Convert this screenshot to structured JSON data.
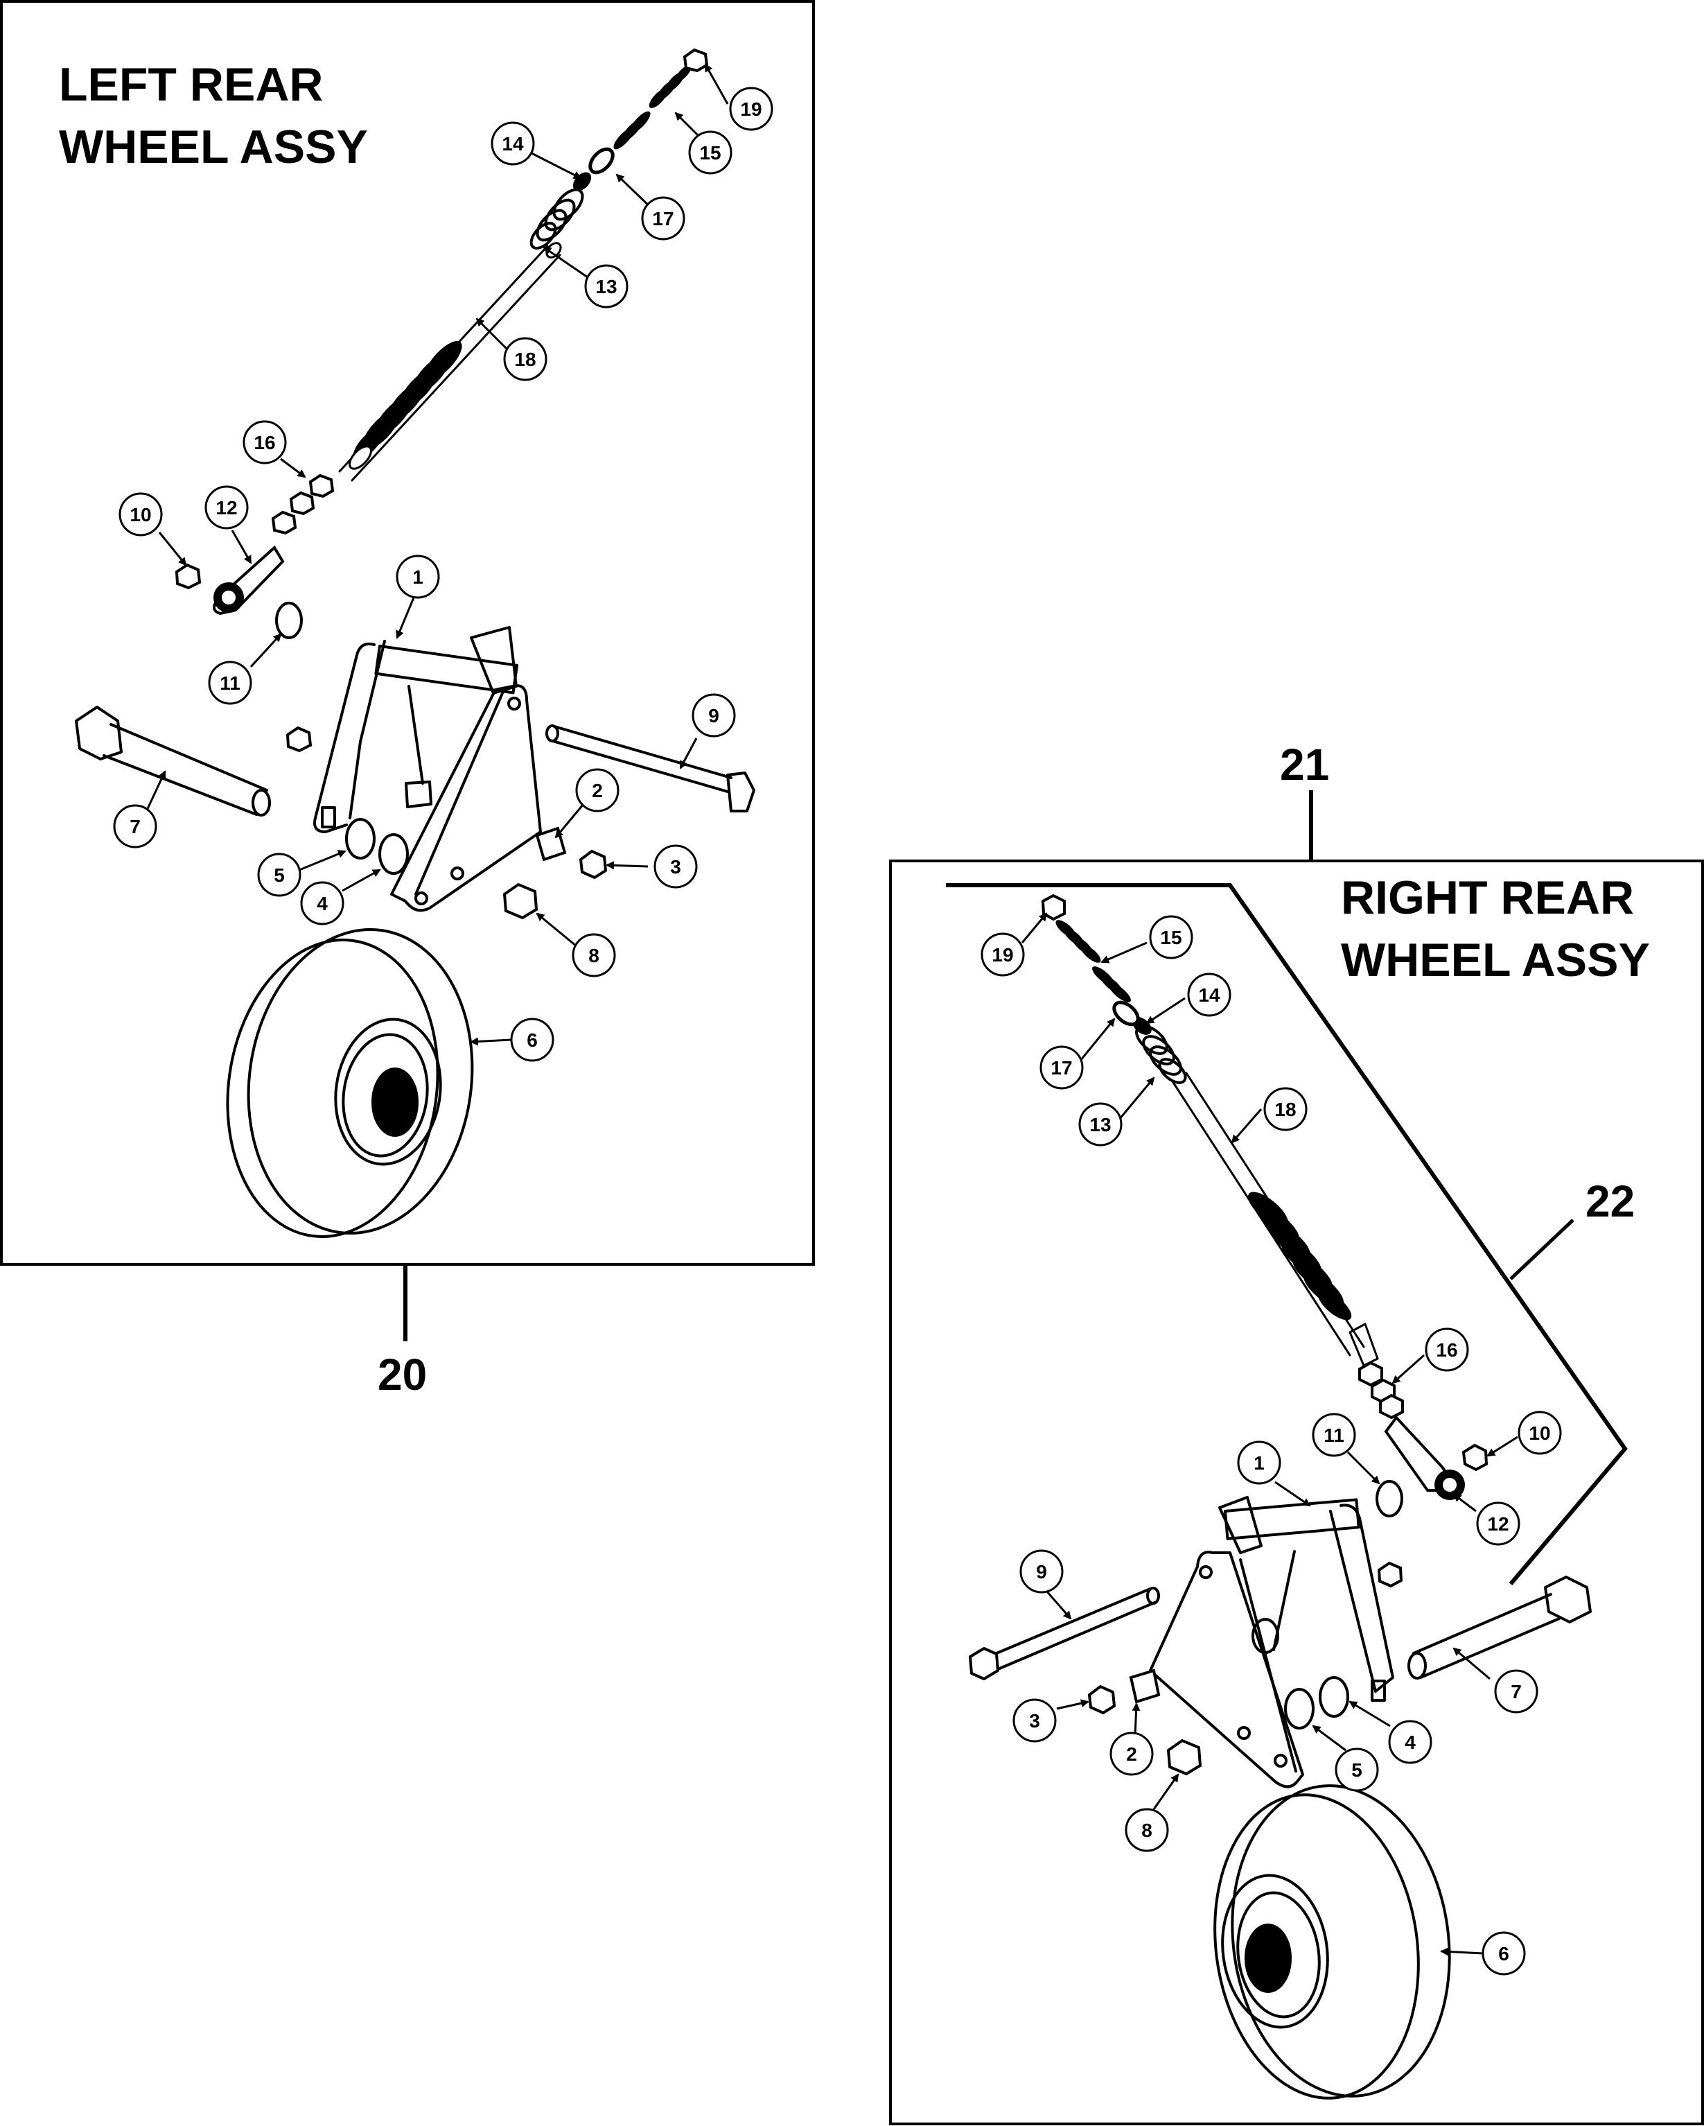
{
  "left_assembly": {
    "title_line1": "LEFT REAR",
    "title_line2": "WHEEL ASSY",
    "callout": "20",
    "balloons": [
      {
        "id": "l19",
        "label": "19"
      },
      {
        "id": "l15",
        "label": "15"
      },
      {
        "id": "l14",
        "label": "14"
      },
      {
        "id": "l17",
        "label": "17"
      },
      {
        "id": "l13",
        "label": "13"
      },
      {
        "id": "l18",
        "label": "18"
      },
      {
        "id": "l16",
        "label": "16"
      },
      {
        "id": "l10",
        "label": "10"
      },
      {
        "id": "l12",
        "label": "12"
      },
      {
        "id": "l11",
        "label": "11"
      },
      {
        "id": "l1",
        "label": "1"
      },
      {
        "id": "l9",
        "label": "9"
      },
      {
        "id": "l7",
        "label": "7"
      },
      {
        "id": "l2",
        "label": "2"
      },
      {
        "id": "l3",
        "label": "3"
      },
      {
        "id": "l5",
        "label": "5"
      },
      {
        "id": "l4",
        "label": "4"
      },
      {
        "id": "l8",
        "label": "8"
      },
      {
        "id": "l6",
        "label": "6"
      }
    ]
  },
  "right_assembly": {
    "title_line1": "RIGHT REAR",
    "title_line2": "WHEEL ASSY",
    "callout_top": "21",
    "callout_side": "22",
    "balloons": [
      {
        "id": "r19",
        "label": "19"
      },
      {
        "id": "r15",
        "label": "15"
      },
      {
        "id": "r14",
        "label": "14"
      },
      {
        "id": "r17",
        "label": "17"
      },
      {
        "id": "r13",
        "label": "13"
      },
      {
        "id": "r18",
        "label": "18"
      },
      {
        "id": "r16",
        "label": "16"
      },
      {
        "id": "r11",
        "label": "11"
      },
      {
        "id": "r10",
        "label": "10"
      },
      {
        "id": "r1",
        "label": "1"
      },
      {
        "id": "r12",
        "label": "12"
      },
      {
        "id": "r9",
        "label": "9"
      },
      {
        "id": "r7",
        "label": "7"
      },
      {
        "id": "r3",
        "label": "3"
      },
      {
        "id": "r2",
        "label": "2"
      },
      {
        "id": "r4",
        "label": "4"
      },
      {
        "id": "r5",
        "label": "5"
      },
      {
        "id": "r8",
        "label": "8"
      },
      {
        "id": "r6",
        "label": "6"
      }
    ]
  }
}
